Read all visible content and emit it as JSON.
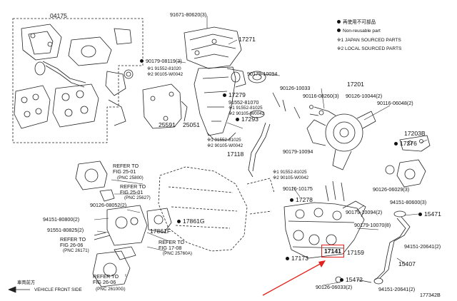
{
  "legend": {
    "non_reusable_jp": "再使用不可部品",
    "non_reusable_en": "Non-reusable part",
    "note1": "※1 JAPAN SOURCED PARTS",
    "note2": "※2 LOCAL SOURCED PARTS"
  },
  "labels": {
    "p04175": "04175",
    "p91671": "91671-80620(3)",
    "p17271": "17271",
    "p90179_08119": "90179-08119(3)",
    "p91552_81020": "※1 91552-81020",
    "p90105_w0042a": "※2 90105-W0042",
    "p90179_10094a": "90179-10094",
    "p90126_10033": "90126-10033",
    "p17201": "17201",
    "p90116_08260": "90116-08260(3)",
    "p90126_10044": "90126-10044(2)",
    "p90116_06048": "90116-06048(2)",
    "p17279": "17279",
    "p91552_81070": "91552-81070",
    "p91552_81025a": "※1 91552-81025",
    "p290105_w0042a": "※2 90105-W0042",
    "p17293": "17293",
    "p91552_81025b": "※1 91552-81025",
    "p90105_w0042b": "※2 90105-W0042",
    "p25591": "25591",
    "p25051": "25051",
    "p17203b": "17203B",
    "p17276": "17276",
    "p17118": "17118",
    "p90179_10094b": "90179-10094",
    "p91552_81025c": "※1 91552-81025",
    "p90105_w0042c": "※2 90105-W0042",
    "p90116_10175": "90116-10175",
    "p90126_06029": "90126-06029(3)",
    "p17278": "17278",
    "p94151_80600": "94151-80600(3)",
    "p90179_10094c": "90179-10094(2)",
    "p15471": "15471",
    "p90179_10070": "90179-10070(8)",
    "p94151_20641a": "94151-20641(2)",
    "p17141": "17141",
    "p17159": "17159",
    "p17173": "17173",
    "p15407": "15407",
    "p15472": "15472",
    "p90126_06033": "90126-06033(2)",
    "p94151_20641b": "94151-20641(2)",
    "ref1a": "REFER TO",
    "ref1b": "FIG 25-01",
    "ref1c": "(PNC 25800)",
    "ref2a": "REFER TO",
    "ref2b": "FIG 25-01",
    "ref2c": "(PNC 25627)",
    "p90126_08052": "90126-08052(2)",
    "p94151_80800": "94151-80800(2)",
    "p91551_80825": "91551-80825(2)",
    "p17861f": "17861F",
    "p17861g": "17861G",
    "ref3a": "REFER TO",
    "ref3b": "FIG 26-06",
    "ref3c": "(PNC 26171)",
    "ref4a": "REFER TO",
    "ref4b": "FIG 17-08",
    "ref4c": "(PNC 25760A)",
    "ref5a": "REFER TO",
    "ref5b": "FIG 26-06",
    "ref5c": "(PNC 26100G)",
    "front_jp": "車両前方",
    "front_en": "VEHICLE FRONT SIDE",
    "fig_id": "177342B"
  },
  "colors": {
    "line": "#222222",
    "highlight": "#e3201b"
  }
}
